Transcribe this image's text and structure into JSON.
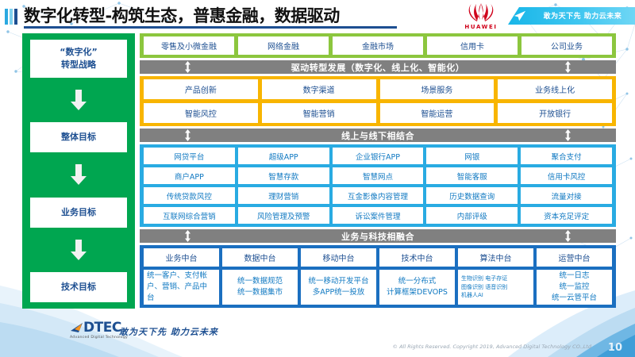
{
  "header": {
    "title": "数字化转型-构筑生态，普惠金融，数据驱动",
    "brand_logo": "HUAWEI",
    "ribbon_slogan": "敢为天下先 助力云未来"
  },
  "colors": {
    "green": "#00a650",
    "light_green": "#8cc63e",
    "orange": "#f8b500",
    "blue": "#29abe2",
    "navy": "#1b6fc0",
    "gray_bar": "#808080",
    "text_blue": "#1d4f91"
  },
  "left_column": {
    "steps": [
      {
        "label": "“数字化”\n转型战略"
      },
      {
        "label": "整体目标"
      },
      {
        "label": "业务目标"
      },
      {
        "label": "技术目标"
      }
    ]
  },
  "business_lines": {
    "items": [
      "零售及小微金融",
      "网络金融",
      "金融市场",
      "信用卡",
      "公司业务"
    ]
  },
  "section_drive": {
    "bar_label": "驱动转型发展（数字化、线上化、智能化）",
    "row1": [
      "产品创新",
      "数字渠道",
      "场景服务",
      "业务线上化"
    ],
    "row2": [
      "智能风控",
      "智能营销",
      "智能运营",
      "开放银行"
    ]
  },
  "section_online_offline": {
    "bar_label": "线上与线下相结合",
    "row1": [
      "网贷平台",
      "超级APP",
      "企业银行APP",
      "网银",
      "聚合支付"
    ],
    "row2": [
      "商户APP",
      "智慧存款",
      "智慧网点",
      "智能客服",
      "信用卡风控"
    ],
    "row3": [
      "传统贷款风控",
      "理财营销",
      "互金影像内容管理",
      "历史数据查询",
      "流量对接"
    ],
    "row4": [
      "互联网综合营销",
      "风险管理及预警",
      "诉讼案件管理",
      "内部评级",
      "资本充足评定"
    ]
  },
  "section_platforms": {
    "bar_label": "业务与科技相融合",
    "headers": [
      "业务中台",
      "数据中台",
      "移动中台",
      "技术中台",
      "算法中台",
      "运营中台"
    ],
    "bodies": [
      "统一客户、支付帐户、营销、产品中台",
      "统一数据规范\n统一数据集市",
      "统一移动开发平台\n多APP统一投放",
      "统一分布式\n计算框架DEVOPS",
      "生物识别 电子存证\n图像识别 语音识别\n机器人AI",
      "统一日志\n统一监控\n统一云管平台"
    ]
  },
  "footer": {
    "logo_word": "DTEC",
    "logo_sub": "Advanced Digital Technology",
    "tagline": "敢为天下先  助力云未来",
    "copyright": "© All Rights Reserved. Copyright 2019, Advanced Digital Technology CO.,Ltd",
    "page_number": "10"
  }
}
